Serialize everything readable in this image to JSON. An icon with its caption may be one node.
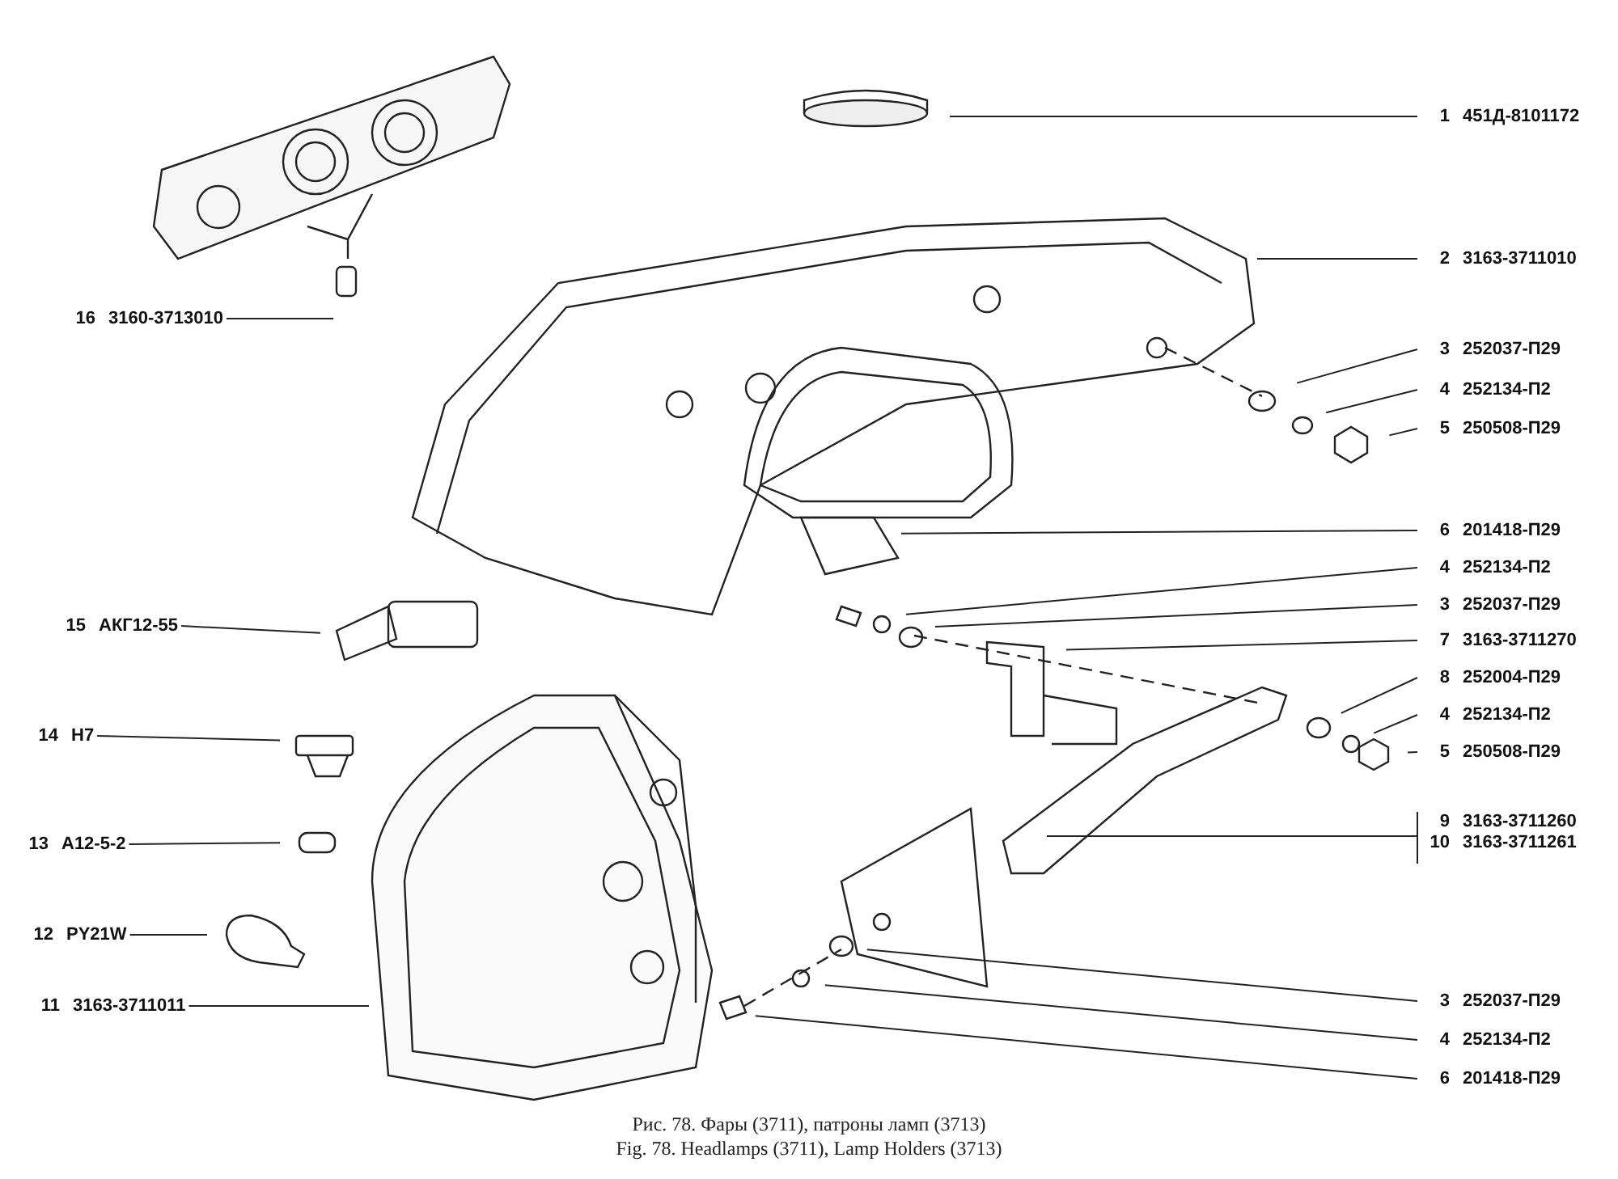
{
  "diagram": {
    "caption": "Рис. 78. Фары (3711), патроны ламп (3713)",
    "nodes": [
      {
        "text": [
          "1",
          "451Д-8101172"
        ]
      },
      {
        "text": [
          "2",
          "3163-3711010"
        ]
      },
      {
        "text": [
          "3",
          "252037-П29"
        ]
      },
      {
        "text": [
          "4",
          "252134-П2"
        ]
      },
      {
        "text": [
          "5",
          "250508-П29"
        ]
      },
      {
        "text": [
          "6",
          "201418-П29"
        ]
      },
      {
        "text": [
          "4",
          "252134-П2"
        ]
      },
      {
        "text": [
          "3",
          "252037-П29"
        ]
      },
      {
        "text": [
          "7",
          "3163-3711270"
        ]
      },
      {
        "text": [
          "8",
          "252004-П29"
        ]
      },
      {
        "text": [
          "4",
          "252134-П2"
        ]
      },
      {
        "text": [
          "5",
          "250508-П29"
        ]
      },
      {
        "text": [
          "9",
          "3163-3711260"
        ]
      },
      {
        "text": [
          "10",
          "3163-3711261"
        ]
      },
      {
        "text": [
          "3",
          "252037-П29"
        ]
      },
      {
        "text": [
          "4",
          "252134-П2"
        ]
      },
      {
        "text": [
          "6",
          "201418-П29"
        ]
      },
      {
        "text": [
          "16",
          "3160-3713010"
        ]
      },
      {
        "text": [
          "15",
          "АКГ12-55"
        ]
      },
      {
        "text": [
          "14",
          "H7"
        ]
      },
      {
        "text": [
          "13",
          "A12-5-2"
        ]
      },
      {
        "text": [
          "12",
          "PY21W"
        ]
      },
      {
        "text": [
          "11",
          "3163-3711011"
        ]
      }
    ],
    "edges": [
      {
        "from": 0,
        "to": null,
        "arrow": "none"
      },
      {
        "from": 1,
        "to": null,
        "arrow": "none"
      },
      {
        "from": 2,
        "to": null,
        "arrow": "none"
      },
      {
        "from": 3,
        "to": null,
        "arrow": "none"
      },
      {
        "from": 4,
        "to": null,
        "arrow": "none"
      },
      {
        "from": 5,
        "to": null,
        "arrow": "none"
      },
      {
        "from": 6,
        "to": null,
        "arrow": "none"
      },
      {
        "from": 7,
        "to": null,
        "arrow": "none"
      },
      {
        "from": 8,
        "to": null,
        "arrow": "none"
      },
      {
        "from": 9,
        "to": null,
        "arrow": "none"
      },
      {
        "from": 10,
        "to": null,
        "arrow": "none"
      },
      {
        "from": 11,
        "to": null,
        "arrow": "none"
      },
      {
        "from": 12,
        "to": null,
        "arrow": "none"
      },
      {
        "from": 13,
        "to": null,
        "arrow": "none"
      },
      {
        "from": 14,
        "to": null,
        "arrow": "none"
      },
      {
        "from": 15,
        "to": null,
        "arrow": "none"
      },
      {
        "from": 16,
        "to": null,
        "arrow": "none"
      },
      {
        "from": 17,
        "to": null,
        "arrow": "none"
      },
      {
        "from": 18,
        "to": null,
        "arrow": "none"
      },
      {
        "from": 19,
        "to": null,
        "arrow": "none"
      },
      {
        "from": 20,
        "to": null,
        "arrow": "none"
      },
      {
        "from": 21,
        "to": null,
        "arrow": "none"
      },
      {
        "from": 22,
        "to": null,
        "arrow": "none"
      }
    ],
    "labels": [
      "Fig. 78. Headlamps (3711), Lamp Holders (3713)"
    ]
  }
}
